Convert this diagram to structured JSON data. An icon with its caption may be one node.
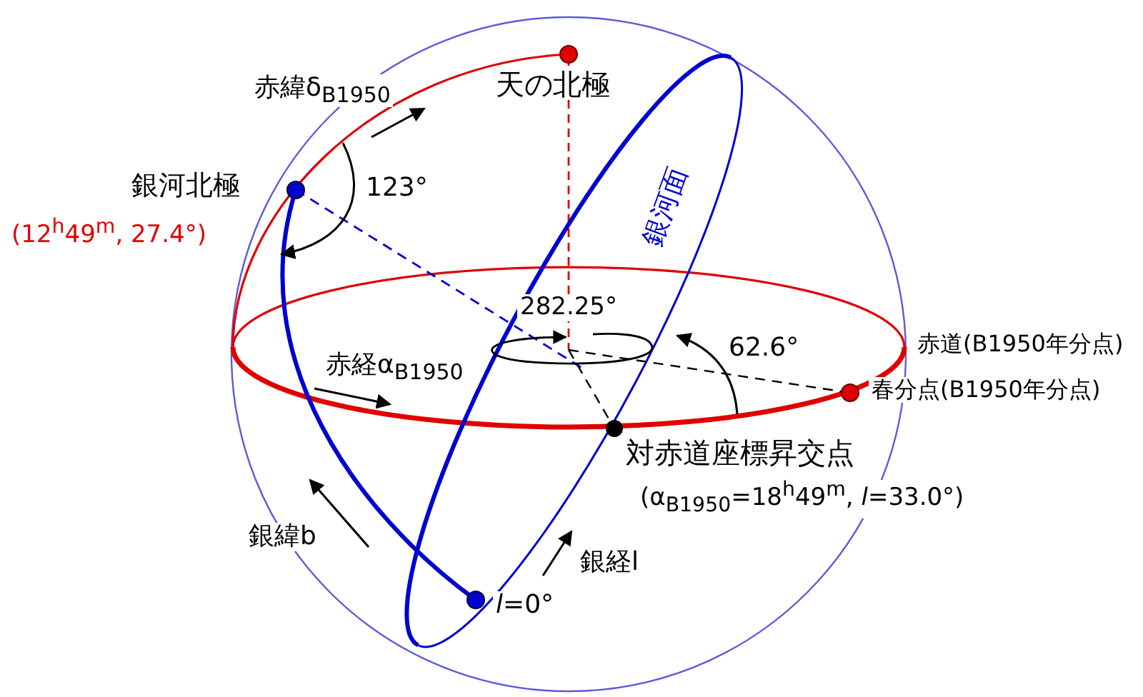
{
  "diagram": {
    "labels": [
      "天の北極",
      "赤緯δ$_{B1950}$",
      "銀河北極",
      "123°",
      "(12$^{h}$49$^{m}$, 27.4°)",
      "銀河面",
      "282.25°",
      "赤道(B1950年分点)",
      "62.6°",
      "赤経α$_{B1950}$",
      "春分点(B1950年分点)",
      "対赤道座標昇交点",
      "(α$_{B1950}$=18$^{h}$49$^{m}$, *l*=33.0°)",
      "銀緯b",
      "銀経l",
      "*l*=0°"
    ]
  }
}
